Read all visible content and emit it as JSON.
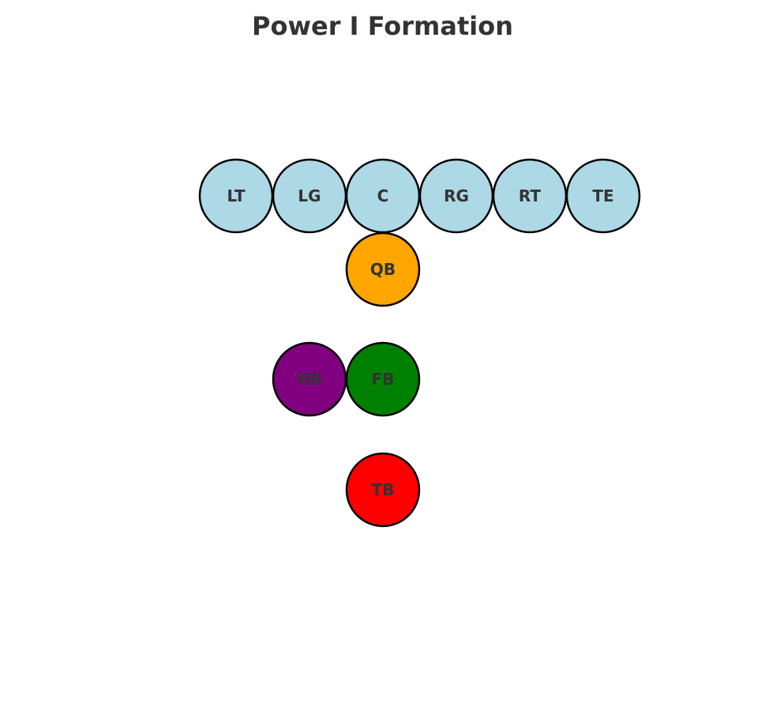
{
  "title": "Power I Formation",
  "players": [
    {
      "label": "LT",
      "role": "offensive-line",
      "color": "#add8e6"
    },
    {
      "label": "LG",
      "role": "offensive-line",
      "color": "#add8e6"
    },
    {
      "label": "C",
      "role": "offensive-line",
      "color": "#add8e6"
    },
    {
      "label": "RG",
      "role": "offensive-line",
      "color": "#add8e6"
    },
    {
      "label": "RT",
      "role": "offensive-line",
      "color": "#add8e6"
    },
    {
      "label": "TE",
      "role": "tight-end",
      "color": "#add8e6"
    },
    {
      "label": "QB",
      "role": "quarterback",
      "color": "#ffa500"
    },
    {
      "label": "HB",
      "role": "halfback",
      "color": "#800080"
    },
    {
      "label": "FB",
      "role": "fullback",
      "color": "#008000"
    },
    {
      "label": "TB",
      "role": "tailback",
      "color": "#ff0000"
    }
  ]
}
